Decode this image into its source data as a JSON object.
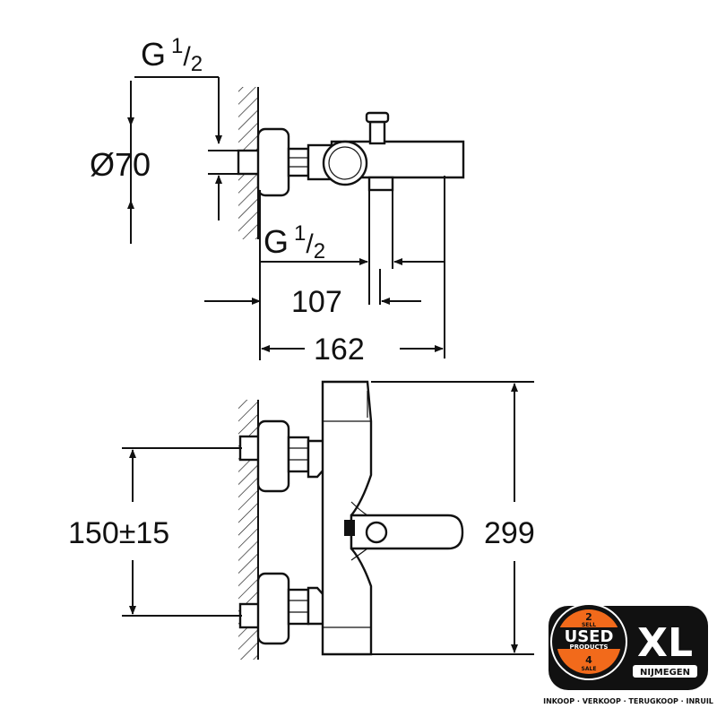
{
  "top_view": {
    "thread_top": {
      "main": "G",
      "sup": "1",
      "sub": "2"
    },
    "diameter": "Ø70",
    "thread_bottom": {
      "main": "G",
      "sup": "1",
      "sub": "2"
    },
    "width_107": "107",
    "width_162": "162"
  },
  "front_view": {
    "spacing": "150±15",
    "height": "299"
  },
  "watermark": {
    "circle_top": "2",
    "circle_sell": "SELL",
    "circle_main": "USED",
    "circle_sub": "PRODUCTS",
    "circle_num": "4",
    "circle_sale": "SALE",
    "xl": "XL",
    "location": "NIJMEGEN",
    "tagline": "INKOOP · VERKOOP · TERUGKOOP · INRUIL",
    "colors": {
      "orange": "#f26a1b",
      "black": "#111111",
      "white": "#ffffff"
    }
  }
}
